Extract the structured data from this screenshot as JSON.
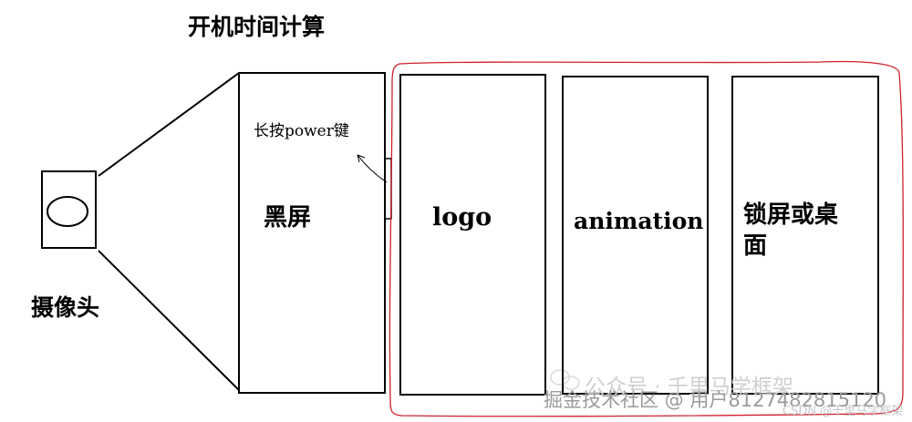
{
  "diagram": {
    "title": "开机时间计算",
    "camera": {
      "label": "摄像头"
    },
    "screen": {
      "hint": "长按power键",
      "state": "黑屏"
    },
    "stages": [
      "logo",
      "animation",
      "锁屏或桌面"
    ]
  },
  "watermarks": {
    "line1": "公众号 · 千里马学框架",
    "line2": "掘金技术社区 @ 用户8127482815120",
    "line3": "CSDN @千里马学框架"
  },
  "colors": {
    "ink": "#000000",
    "highlight": "#d0202a",
    "watermark": "#b0b0b0"
  }
}
